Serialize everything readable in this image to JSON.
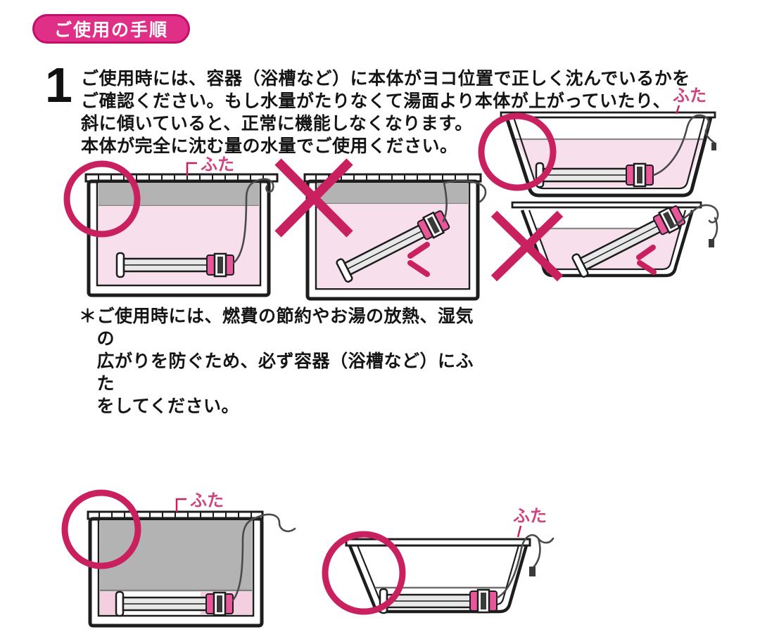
{
  "colors": {
    "ink": "#1d1d1d",
    "mark": "#c9205f",
    "label_pink": "#d0437f",
    "water": "#f8dfec",
    "water_deep": "#f3cfe0",
    "gray_fill": "#b3b3b3",
    "badge_bg": "#e02f86",
    "badge_border": "#c40e6a",
    "cord": "#4a4a4a",
    "device_pink": "#e8579a"
  },
  "header": {
    "badge_label": "ご使用の手順"
  },
  "step": {
    "number": "1",
    "lines": [
      "ご使用時には、容器（浴槽など）に本体がヨコ位置で正しく沈んでいるかを",
      "ご確認ください。もし水量がたりなくて湯面より本体が上がっていたり、",
      "斜に傾いていると、正常に機能しなくなります。",
      "本体が完全に沈む量の水量でご使用ください。"
    ]
  },
  "note": {
    "marker": "＊",
    "lines": [
      "ご使用時には、燃費の節約やお湯の放熱、湿気の",
      "広がりを防ぐため、必ず容器（浴槽など）にふた",
      "をしてください。"
    ]
  },
  "labels": {
    "lid": "ふた"
  }
}
